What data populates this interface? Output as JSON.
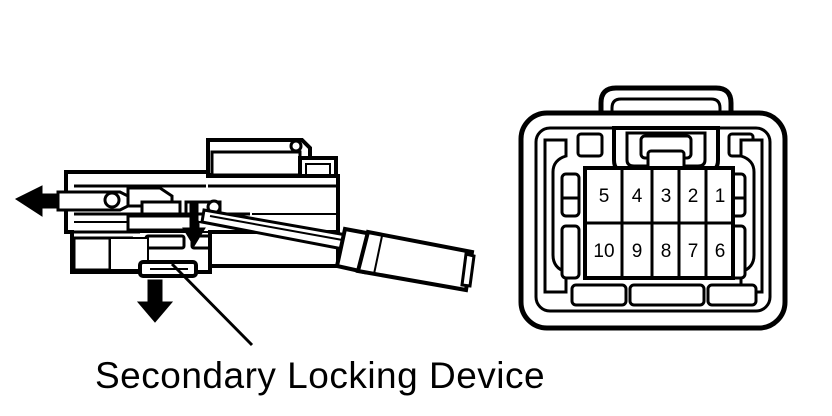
{
  "figure": {
    "title": "Secondary Locking Device connector service illustration",
    "background_color": "#ffffff",
    "line_color": "#000000"
  },
  "caption": {
    "text": "Secondary Locking Device",
    "leader_line_label": "leader-line-to-locking-device"
  },
  "left_assembly": {
    "name": "connector-cross-section",
    "description": "Sectioned electrical connector with terminal and secondary lock",
    "arrows": [
      {
        "name": "arrow-pull-terminal-left",
        "direction": "left"
      },
      {
        "name": "arrow-press-lock-down-inner",
        "direction": "down"
      },
      {
        "name": "arrow-release-lock-down",
        "direction": "down"
      }
    ],
    "tool": {
      "name": "screwdriver",
      "description": "Flat-blade screwdriver inserted into connector"
    }
  },
  "right_assembly": {
    "name": "connector-face-view",
    "description": "Front face view of 10-way connector housing",
    "latch": {
      "name": "latch-tab",
      "label": "locking tab"
    },
    "pin_grid": {
      "rows": [
        {
          "name": "pin-row-top",
          "cells": [
            "5",
            "4",
            "3",
            "2",
            "1"
          ]
        },
        {
          "name": "pin-row-bottom",
          "cells": [
            "10",
            "9",
            "8",
            "7",
            "6"
          ]
        }
      ]
    },
    "side_slots": [
      "slot-left-upper",
      "slot-left-lower",
      "slot-right-upper",
      "slot-right-lower"
    ],
    "bottom_slots": [
      "bottom-slot-1",
      "bottom-slot-2",
      "bottom-slot-3"
    ]
  }
}
